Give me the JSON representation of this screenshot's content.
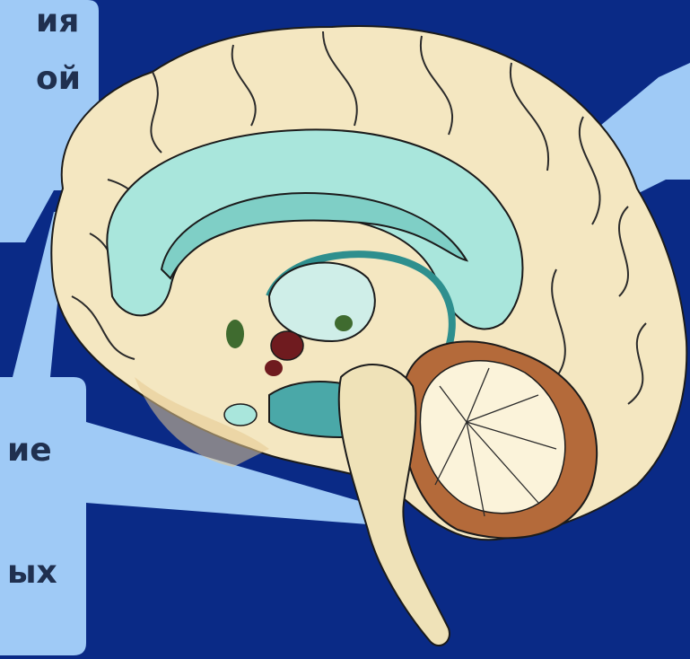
{
  "colors": {
    "background": "#0a2a86",
    "callout": "#9fcaf6",
    "callout_text": "#20304f",
    "cortex": "#f4e7c1",
    "cortex_shadow": "#e6c98f",
    "limbic": "#a9e6dc",
    "limbic_dark": "#2e8f8e",
    "brainstem": "#efe2b8",
    "cerebellum_outer": "#b46a3a",
    "cerebellum_inner": "#fbf3da",
    "amygdala": "#6f1b1f",
    "gland": "#3f6b2f",
    "outline": "#1b1b1b"
  },
  "callouts": {
    "top_left": {
      "line1": "ия",
      "line2": "ой"
    },
    "bottom_left": {
      "line1": "ие",
      "line2": "ых"
    }
  },
  "icons": [
    "brain-illustration"
  ]
}
